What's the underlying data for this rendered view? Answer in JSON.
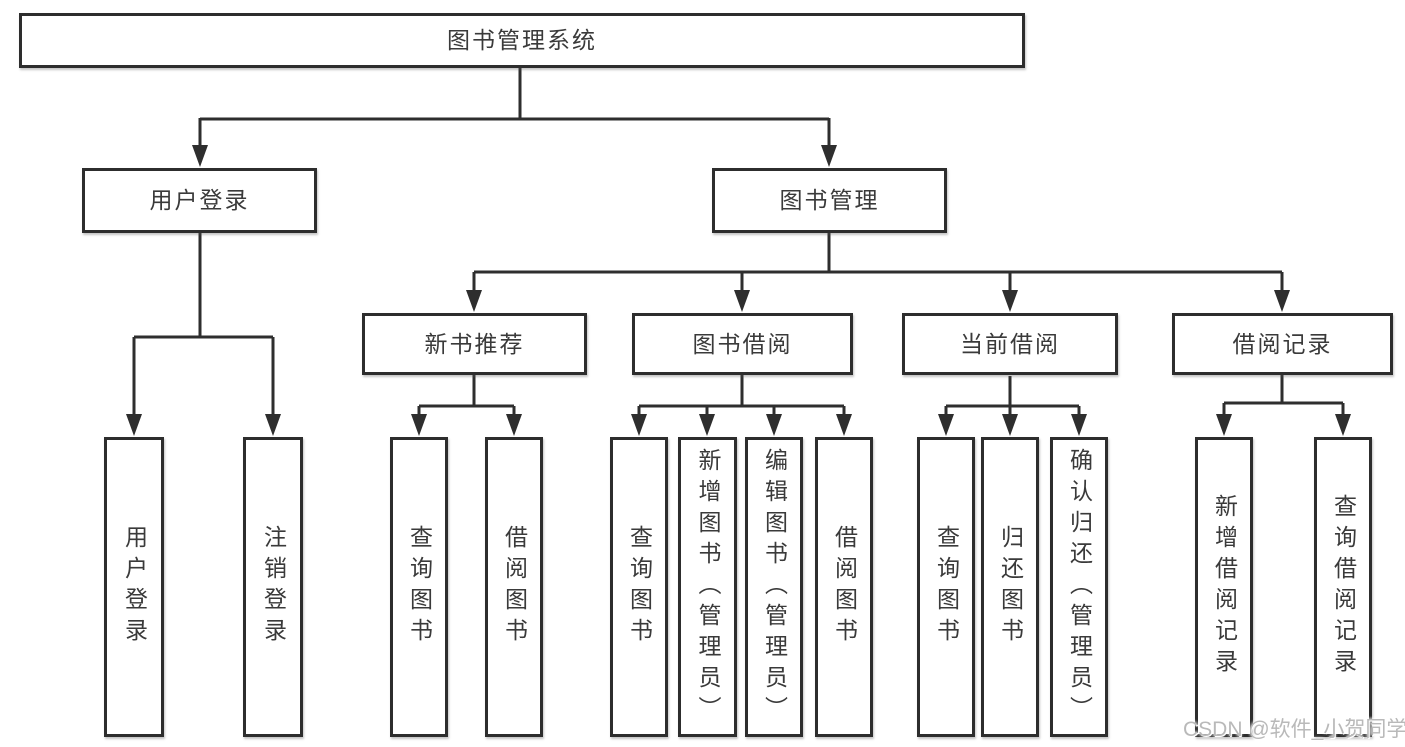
{
  "diagram": {
    "title": "图书管理系统",
    "watermark": "CSDN @软件_小贺同学",
    "line_color": "#2e2e2e",
    "box_border_color": "#2d2d2d",
    "text_color": "#3a3a3a",
    "tree": {
      "root": {
        "label": "图书管理系统"
      },
      "children": [
        {
          "label": "用户登录",
          "children": [
            {
              "label": "用户登录"
            },
            {
              "label": "注销登录"
            }
          ]
        },
        {
          "label": "图书管理",
          "children": [
            {
              "label": "新书推荐",
              "children": [
                {
                  "label": "查询图书"
                },
                {
                  "label": "借阅图书"
                }
              ]
            },
            {
              "label": "图书借阅",
              "children": [
                {
                  "label": "查询图书"
                },
                {
                  "label": "新增图书（管理员）"
                },
                {
                  "label": "编辑图书（管理员）"
                },
                {
                  "label": "借阅图书"
                }
              ]
            },
            {
              "label": "当前借阅",
              "children": [
                {
                  "label": "查询图书"
                },
                {
                  "label": "归还图书"
                },
                {
                  "label": "确认归还（管理员）"
                }
              ]
            },
            {
              "label": "借阅记录",
              "children": [
                {
                  "label": "新增借阅记录"
                },
                {
                  "label": "查询借阅记录"
                }
              ]
            }
          ]
        }
      ]
    }
  }
}
